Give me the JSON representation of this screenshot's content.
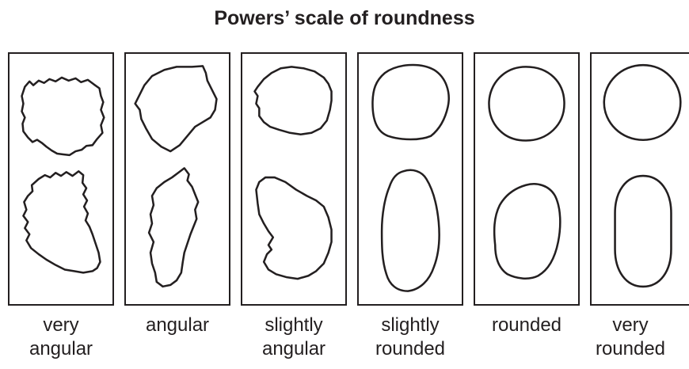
{
  "title": "Powers’ scale of roundness",
  "classes": [
    {
      "line1": "very",
      "line2": "angular"
    },
    {
      "line1": "angular",
      "line2": ""
    },
    {
      "line1": "slightly",
      "line2": "angular"
    },
    {
      "line1": "slightly",
      "line2": "rounded"
    },
    {
      "line1": "rounded",
      "line2": ""
    },
    {
      "line1": "very",
      "line2": "rounded"
    }
  ],
  "colors": {
    "ink": "#231f20",
    "background": "#ffffff"
  }
}
